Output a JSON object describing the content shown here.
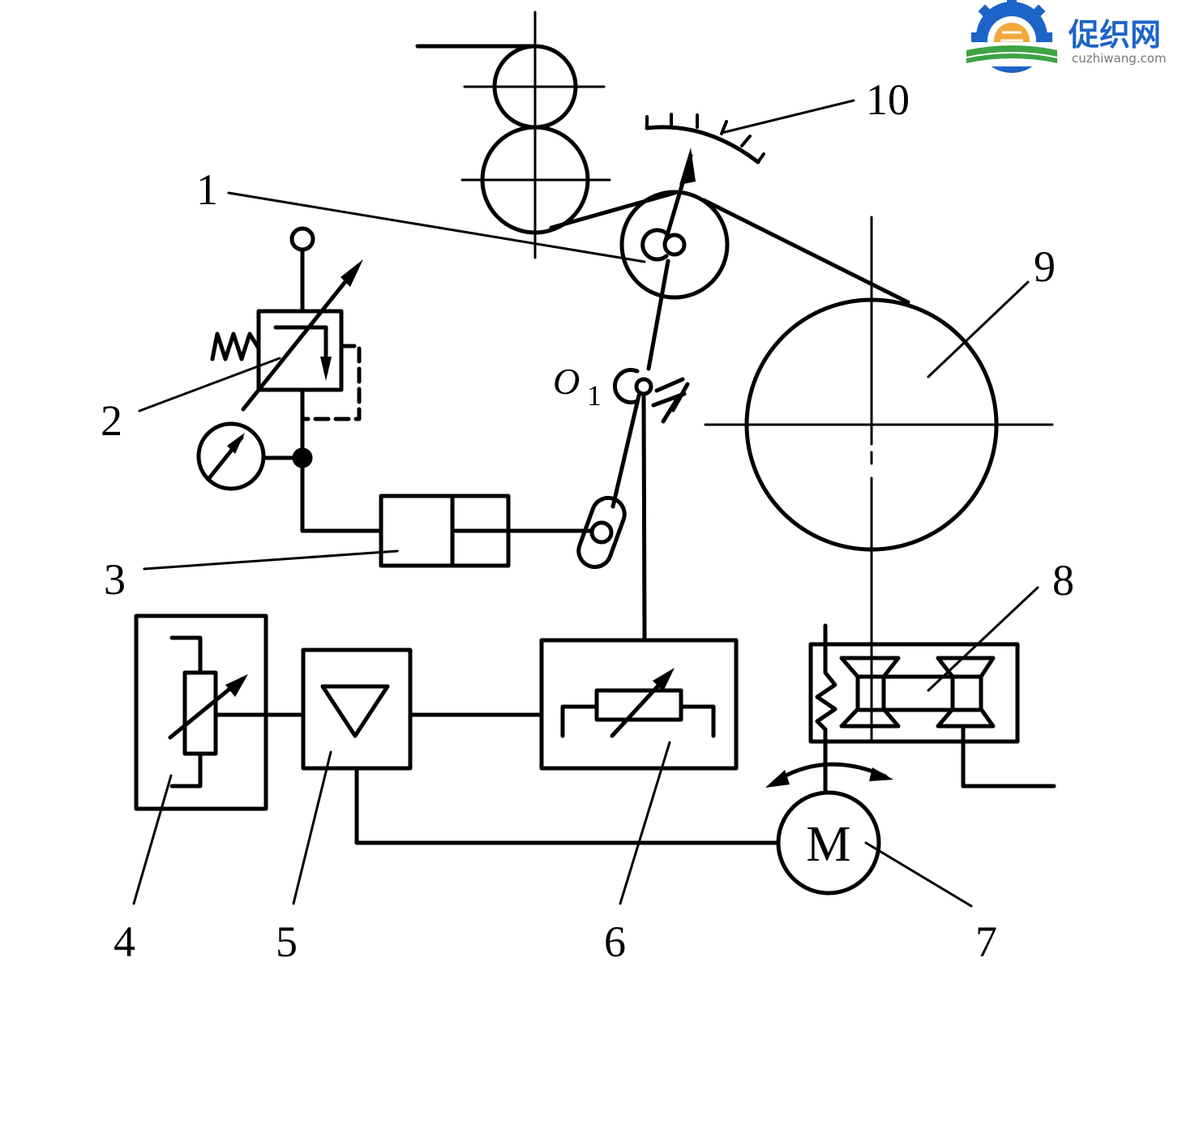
{
  "watermark": {
    "name_cn": "促织网",
    "domain": "cuzhiwang.com",
    "colors": {
      "blue": "#1d64c8",
      "orange": "#f0a93a",
      "green": "#3fa345"
    }
  },
  "labels": {
    "l1": "1",
    "l2": "2",
    "l3": "3",
    "l4": "4",
    "l5": "5",
    "l6": "6",
    "l7": "7",
    "l8": "8",
    "l9": "9",
    "l10": "10",
    "pivot": "O",
    "pivot_sub": "1"
  },
  "motor_symbol": "M",
  "colors": {
    "stroke": "#000000",
    "background": "#ffffff"
  }
}
